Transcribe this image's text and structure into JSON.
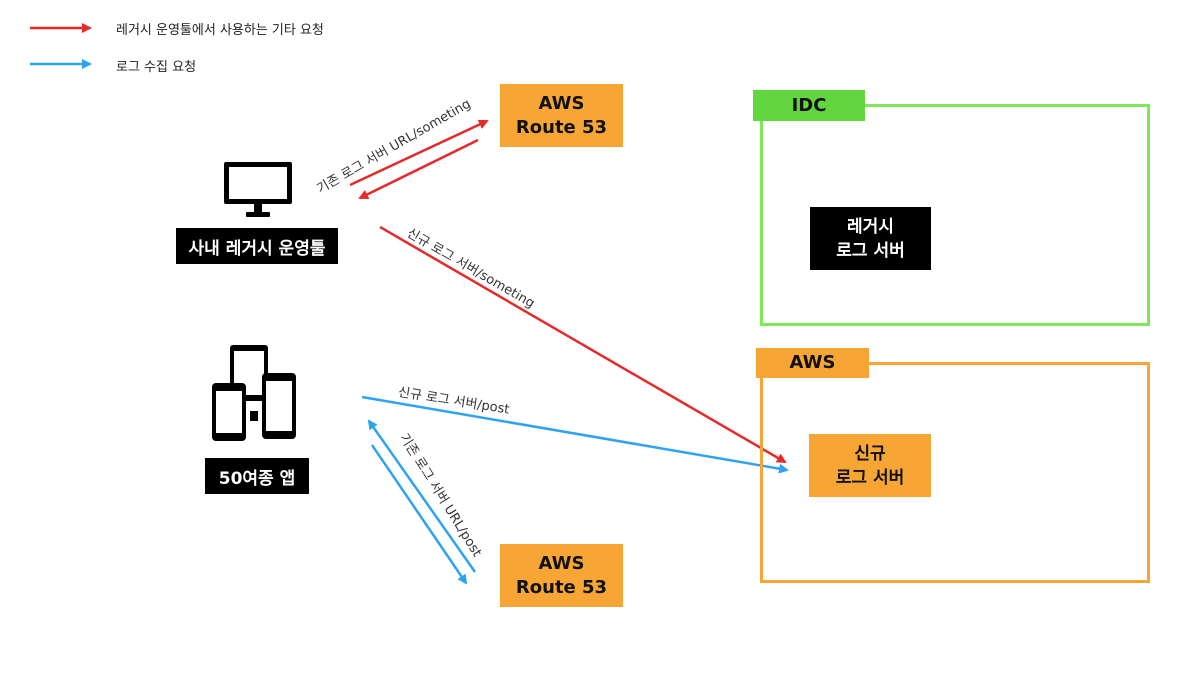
{
  "colors": {
    "legacy_request": "#e62a2a",
    "log_request": "#2ea3f2",
    "aws": "#f7a535",
    "idc": "#63d63f"
  },
  "legend": {
    "red_label": "레거시 운영툴에서 사용하는 기타 요청",
    "blue_label": "로그 수집 요청"
  },
  "clients": {
    "legacy_tool": {
      "icon": "monitor-icon",
      "label": "사내 레거시 운영툴"
    },
    "apps": {
      "icon": "mobile-devices-icon",
      "label": "50여종 앱"
    }
  },
  "route53_top": {
    "line1": "AWS",
    "line2": "Route 53"
  },
  "route53_bottom": {
    "line1": "AWS",
    "line2": "Route 53"
  },
  "idc": {
    "title": "IDC",
    "server": {
      "line1": "레거시",
      "line2": "로그 서버"
    }
  },
  "aws": {
    "title": "AWS",
    "server": {
      "line1": "신규",
      "line2": "로그 서버"
    }
  },
  "edges": {
    "legacy_to_route53": "기존 로그 서버 URL/someting",
    "legacy_to_new": "신규 로그 서버/someting",
    "apps_to_new": "신규 로그 서버/post",
    "apps_to_route53": "기존 로그 서버 URL/post"
  }
}
